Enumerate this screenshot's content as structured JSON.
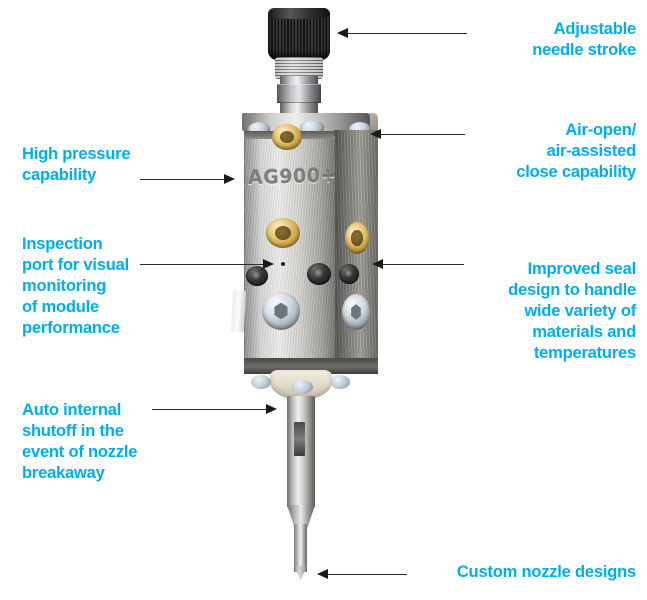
{
  "diagram": {
    "title": "AG900+ dispensing valve module feature callouts",
    "accent_color": "#00AEEF",
    "leader_color": "#1a1a1a",
    "background_color": "#ffffff"
  },
  "product": {
    "engraved_model": "AG900+",
    "parts": {
      "knob": "black knurled adjustment knob",
      "collar": "threaded collar",
      "stem": "hex stem",
      "body": "stainless steel body block",
      "brass_ports": "brass fluid ports",
      "black_fittings": "black air fittings",
      "hex_screws": "hex socket cap screws",
      "seal_collar": "nozzle seal collar",
      "nozzle": "dispensing nozzle"
    }
  },
  "callouts": [
    {
      "id": "adjustable-needle-stroke",
      "text": "Adjustable\nneedle stroke",
      "side": "right"
    },
    {
      "id": "air-open-close-capability",
      "text": "Air-open/\nair-assisted\nclose capability",
      "side": "right"
    },
    {
      "id": "improved-seal-design",
      "text": "Improved seal\ndesign to handle\nwide variety of\nmaterials and\ntemperatures",
      "side": "right"
    },
    {
      "id": "custom-nozzle-designs",
      "text": "Custom nozzle designs",
      "side": "right"
    },
    {
      "id": "high-pressure-capability",
      "text": "High pressure\ncapability",
      "side": "left"
    },
    {
      "id": "inspection-port",
      "text": "Inspection\nport for visual\nmonitoring\nof module\nperformance",
      "side": "left"
    },
    {
      "id": "auto-internal-shutoff",
      "text": "Auto internal\nshutoff in the\nevent of nozzle\nbreakaway",
      "side": "left"
    }
  ]
}
